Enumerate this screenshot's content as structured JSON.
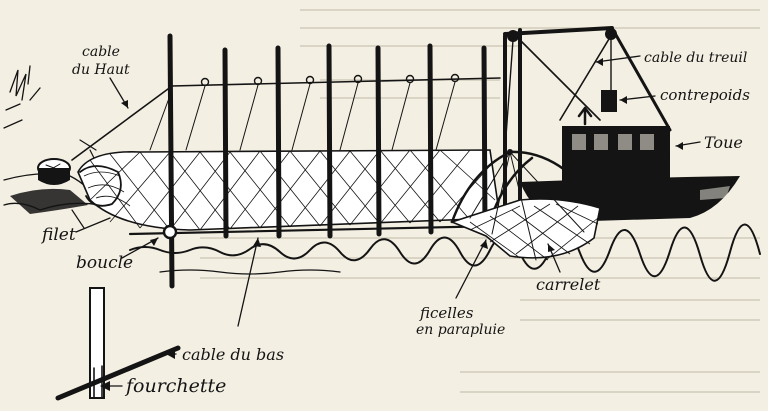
{
  "labels": {
    "cable_du_haut_1": "cable",
    "cable_du_haut_2": "du Haut",
    "cable_du_treuil": "cable du treuil",
    "contrepoids": "contrepoids",
    "toue": "Toue",
    "filet": "filet",
    "boucle": "boucle",
    "carrelet": "carrelet",
    "ficelles_1": "ficelles",
    "ficelles_2": "en parapluie",
    "cable_du_bas": "cable du bas",
    "fourchette": "fourchette"
  },
  "colors": {
    "ink": "#141414",
    "paper": "#f4efe3",
    "bleed_text": "#cbc4b3"
  }
}
